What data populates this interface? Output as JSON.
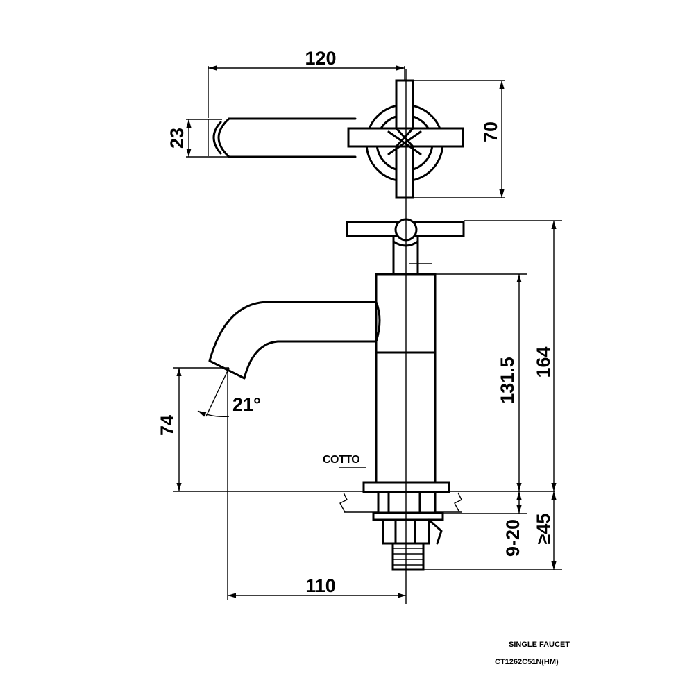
{
  "dimensions": {
    "top_width": "120",
    "top_depth": "23",
    "handle_span": "70",
    "body_height": "131.5",
    "total_height": "164",
    "spout_height": "74",
    "spout_angle": "21°",
    "counter_thickness": "9-20",
    "shank_length": "≥45",
    "spout_reach": "110"
  },
  "brand": {
    "logo": "COTTO"
  },
  "title_block": {
    "product": "SINGLE FAUCET",
    "model": "CT1262C51N(HM)"
  }
}
